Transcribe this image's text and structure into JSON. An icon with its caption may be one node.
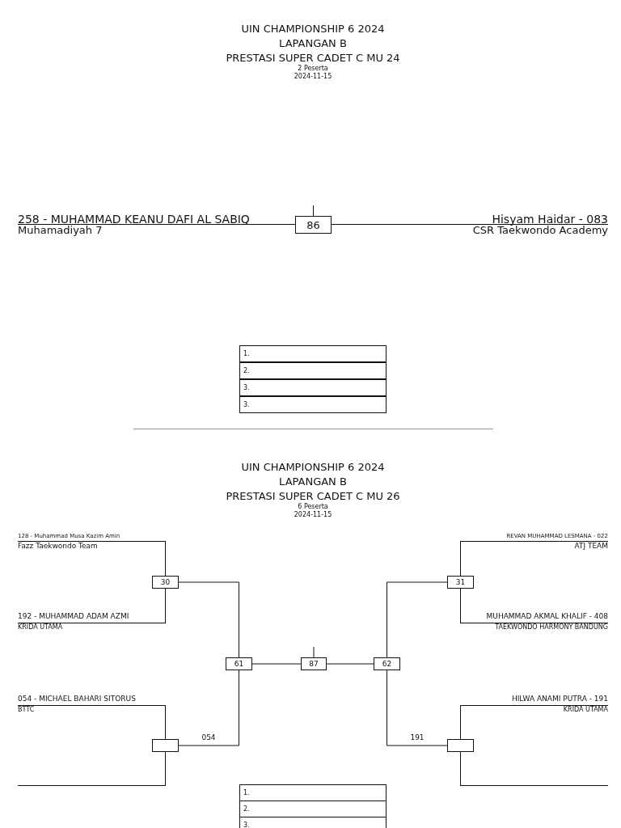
{
  "diagram": {
    "nodes": [
      {
        "text": [
          "258 - MUHAMMAD KEANU DAFI AL SABIQ",
          "Muhamadiyah 7"
        ]
      },
      {
        "text": [
          "86"
        ]
      },
      {
        "text": [
          "Hisyam Haidar - 083",
          "CSR Taekwondo Academy"
        ]
      },
      {
        "text": [
          "128 - Muhammad Musa Kazim Amin",
          "Fazz Taekwondo Team"
        ]
      },
      {
        "text": [
          "192 - MUHAMMAD ADAM AZMI",
          "KRIDA UTAMA"
        ]
      },
      {
        "text": [
          "30"
        ]
      },
      {
        "text": [
          "REVAN MUHAMMAD LESMANA - 022",
          "ATJ TEAM"
        ]
      },
      {
        "text": [
          "MUHAMMAD AKMAL KHALIF - 408",
          "TAEKWONDO HARMONY BANDUNG"
        ]
      },
      {
        "text": [
          "31"
        ]
      },
      {
        "text": [
          "61"
        ]
      },
      {
        "text": [
          "87"
        ]
      },
      {
        "text": [
          "62"
        ]
      },
      {
        "text": [
          "054 - MICHAEL BAHARI SITORUS",
          "BTTC"
        ]
      },
      {
        "text": [],
        "shape": "line"
      },
      {
        "text": [],
        "shape": "box"
      },
      {
        "text": [
          "HILWA ANAMI PUTRA - 191",
          "KRIDA UTAMA"
        ]
      },
      {
        "text": [],
        "shape": "line"
      },
      {
        "text": [],
        "shape": "box"
      }
    ],
    "edges": [
      {
        "from": 0,
        "to": 1,
        "arrow": "none"
      },
      {
        "from": 2,
        "to": 1,
        "arrow": "none"
      },
      {
        "from": 1,
        "to": null,
        "arrow": "none"
      },
      {
        "from": 3,
        "to": 5,
        "arrow": "none"
      },
      {
        "from": 4,
        "to": 5,
        "arrow": "none"
      },
      {
        "from": 6,
        "to": 8,
        "arrow": "none"
      },
      {
        "from": 7,
        "to": 8,
        "arrow": "none"
      },
      {
        "from": 5,
        "to": 9,
        "arrow": "none"
      },
      {
        "from": 8,
        "to": 11,
        "arrow": "none"
      },
      {
        "from": 9,
        "to": 10,
        "arrow": "none"
      },
      {
        "from": 11,
        "to": 10,
        "arrow": "none"
      },
      {
        "from": 10,
        "to": null,
        "arrow": "none"
      },
      {
        "from": 12,
        "to": 14,
        "arrow": "none"
      },
      {
        "from": 13,
        "to": 14,
        "arrow": "none"
      },
      {
        "from": 14,
        "to": 9,
        "arrow": "none",
        "label": "054"
      },
      {
        "from": 15,
        "to": 17,
        "arrow": "none"
      },
      {
        "from": 16,
        "to": 17,
        "arrow": "none"
      },
      {
        "from": 17,
        "to": 11,
        "arrow": "none",
        "label": "191"
      }
    ],
    "labels": [
      "UIN CHAMPIONSHIP 6 2024",
      "LAPANGAN B",
      "PRESTASI SUPER CADET C MU 24",
      "2 Peserta",
      "2024-11-15",
      "1.",
      "2.",
      "3.",
      "3.",
      "UIN CHAMPIONSHIP 6 2024",
      "LAPANGAN B",
      "PRESTASI SUPER CADET C MU 26",
      "6 Peserta",
      "2024-11-15",
      "1.",
      "2.",
      "3."
    ]
  }
}
